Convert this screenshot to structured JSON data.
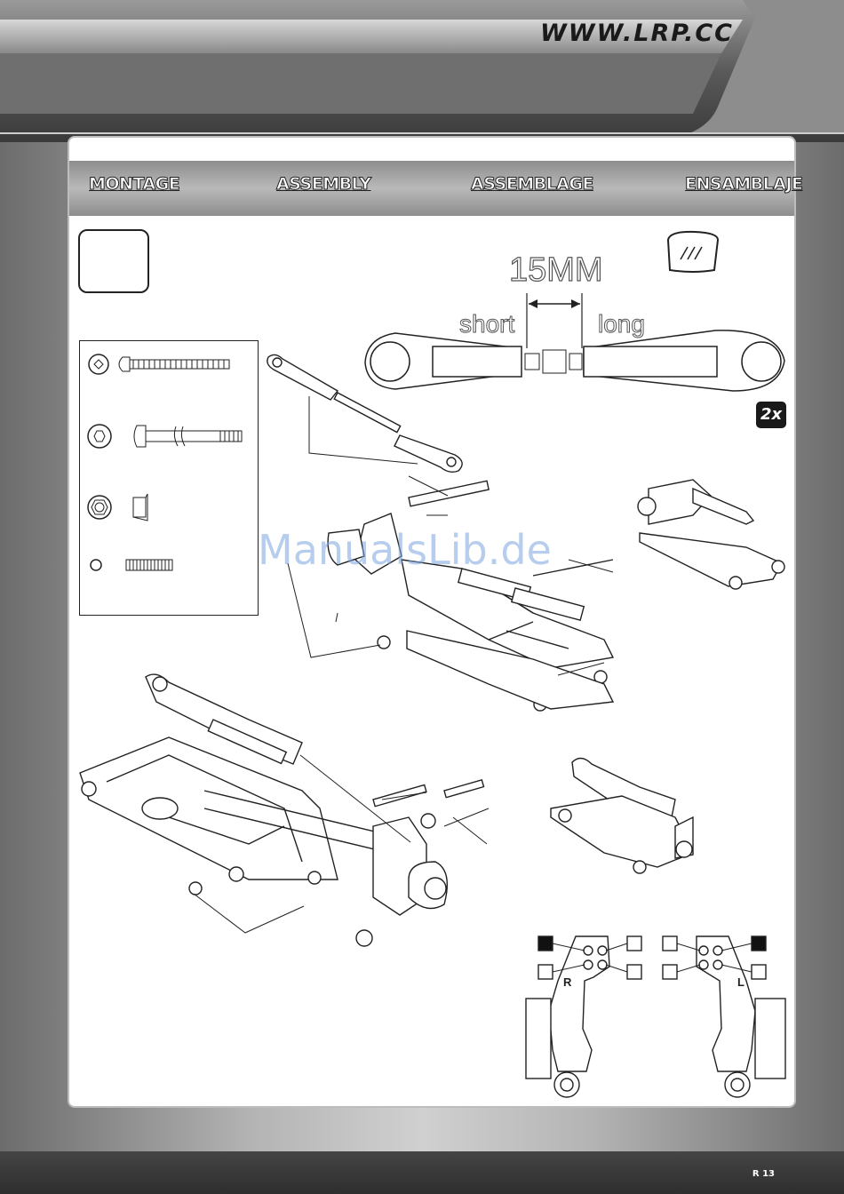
{
  "header": {
    "url": "WWW.LRP.CC"
  },
  "section_headers": [
    "MONTAGE",
    "ASSEMBLY",
    "ASSEMBLAGE",
    "ENSAMBLAJE"
  ],
  "measure": {
    "length": "15MM",
    "short": "short",
    "long": "long"
  },
  "quantity": "2x",
  "watermark": "ManualsLib.de",
  "sides": {
    "right": "R",
    "left": "L"
  },
  "footer": {
    "page": "R 13"
  }
}
